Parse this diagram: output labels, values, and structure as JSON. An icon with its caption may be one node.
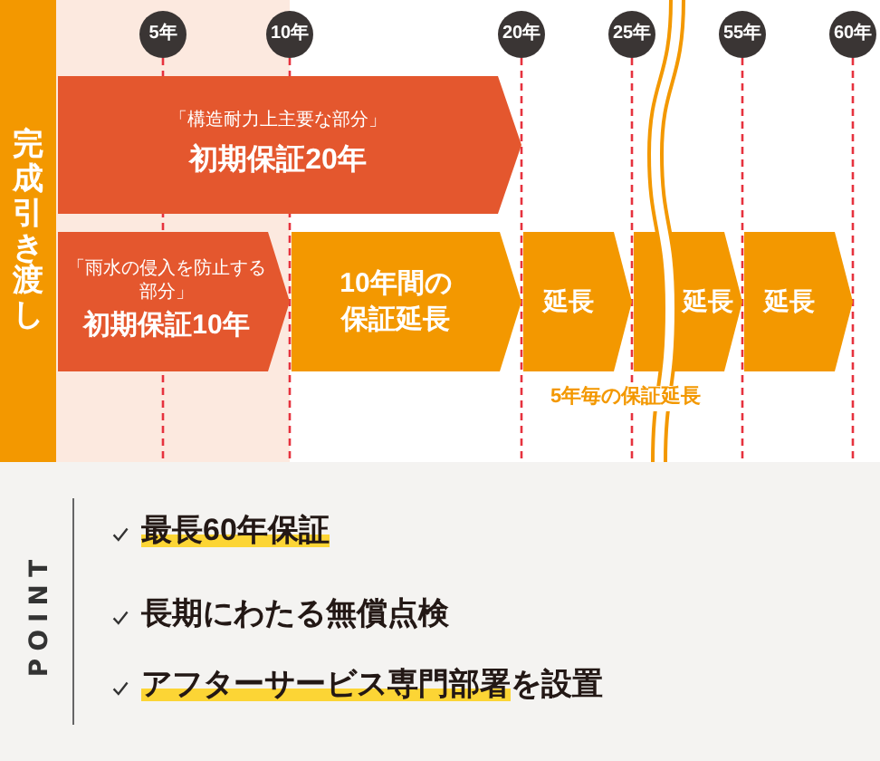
{
  "diagram": {
    "nodes": [
      {
        "text": [
          "完成引き渡し"
        ]
      },
      {
        "text": [
          "5年"
        ]
      },
      {
        "text": [
          "10年"
        ]
      },
      {
        "text": [
          "20年"
        ]
      },
      {
        "text": [
          "25年"
        ]
      },
      {
        "text": [
          "55年"
        ]
      },
      {
        "text": [
          "60年"
        ]
      },
      {
        "text": [
          "「構造耐力上主要な部分」",
          "初期保証20年"
        ]
      },
      {
        "text": [
          "「雨水の侵入を防止する部分」",
          "初期保証10年"
        ]
      },
      {
        "text": [
          "10年間の保証延長"
        ]
      },
      {
        "text": [
          "延長"
        ]
      },
      {
        "text": [
          "延長"
        ]
      },
      {
        "text": [
          "延長"
        ]
      }
    ],
    "labels": [
      "5年毎の保証延長",
      "POINT",
      "**最長60年保証**",
      "長期にわたる無償点検",
      "**アフターサービス専門部署**を設置"
    ]
  }
}
